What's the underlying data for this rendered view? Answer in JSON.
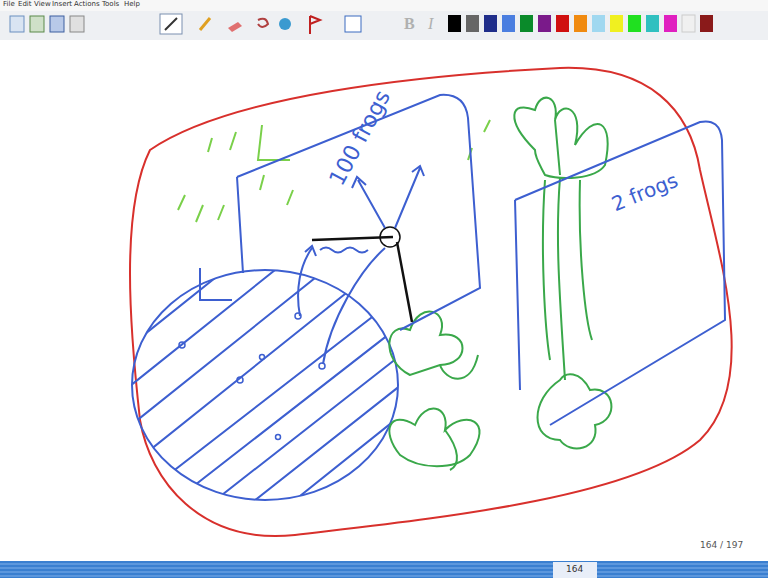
{
  "diagram": {
    "nodes": [
      {
        "text": [
          "100 frogs"
        ]
      },
      {
        "text": [
          "2 frogs"
        ]
      }
    ],
    "labels": [
      "File",
      "Edit",
      "View",
      "Insert",
      "Actions",
      "Tools",
      "Help",
      "B",
      "I",
      "164 / 197",
      "164"
    ]
  }
}
